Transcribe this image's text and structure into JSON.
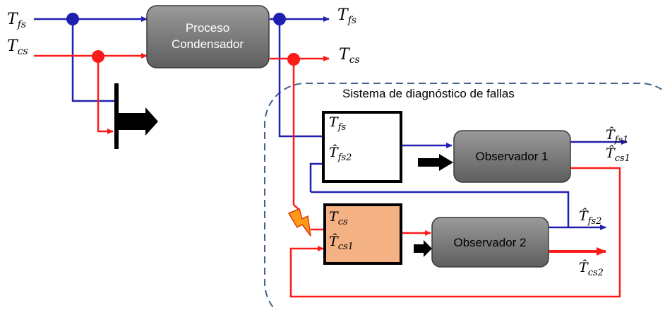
{
  "colors": {
    "blue": "#2020b0",
    "red": "#ff1a1a",
    "black": "#000000",
    "box_gray": "#7a7a7a",
    "orange_fill": "#f4b183",
    "dashed_border": "#41648c"
  },
  "inputs": {
    "tfs_main": "T",
    "tfs_sub": "fs",
    "tcs_main": "T",
    "tcs_sub": "cs"
  },
  "outputs": {
    "tfs_main": "T",
    "tfs_sub": "fs",
    "tcs_main": "T",
    "tcs_sub": "cs"
  },
  "process": {
    "line1": "Proceso",
    "line2": "Condensador"
  },
  "diagnosis": {
    "title": "Sistema de diagnóstico de fallas"
  },
  "switch1": {
    "in1_main": "T",
    "in1_sub": "fs",
    "in2_main": "T̂",
    "in2_sub": "fs2"
  },
  "switch2": {
    "in1_main": "T",
    "in1_sub": "cs",
    "in2_main": "T̂",
    "in2_sub": "cs1"
  },
  "observer1": {
    "label": "Observador 1",
    "out1_main": "T̂",
    "out1_sub": "fs1",
    "out2_main": "T̂",
    "out2_sub": "cs1"
  },
  "observer2": {
    "label": "Observador 2",
    "out1_main": "T̂",
    "out1_sub": "fs2",
    "out2_main": "T̂",
    "out2_sub": "cs2"
  }
}
